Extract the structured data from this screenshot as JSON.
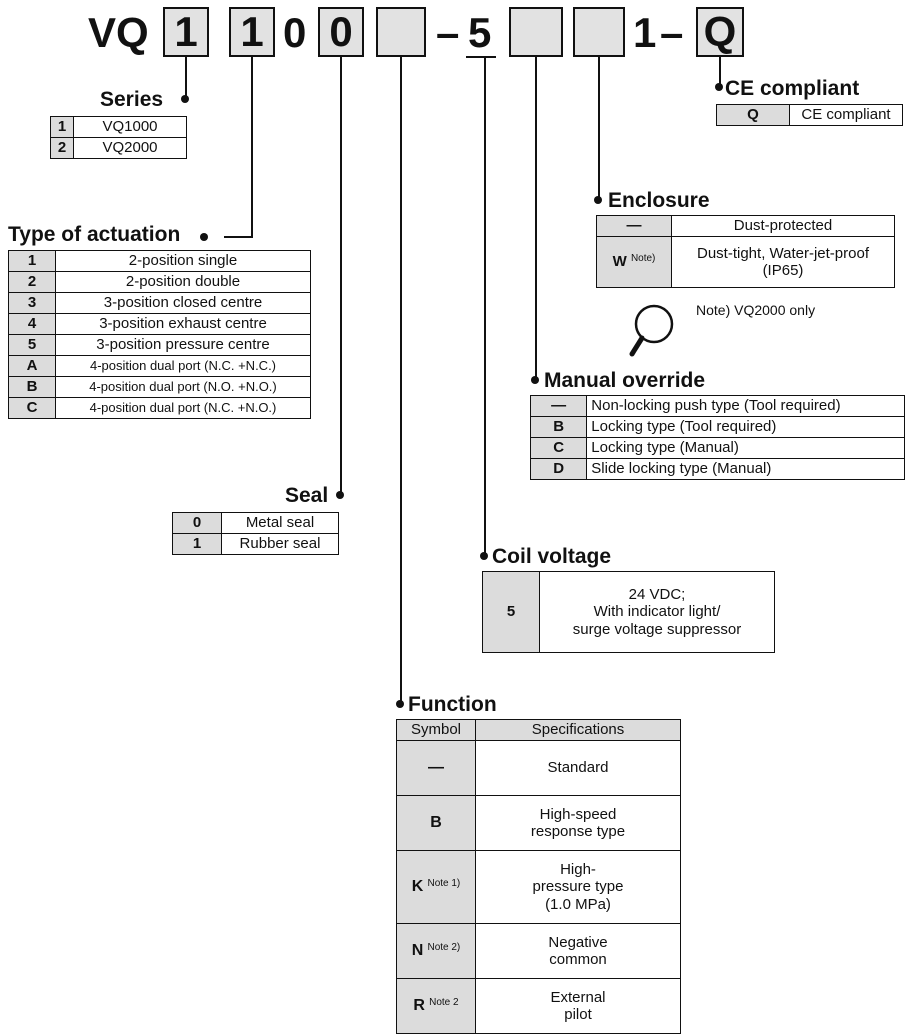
{
  "code": {
    "prefix": "VQ",
    "box1": "1",
    "box2": "1",
    "mid": "0",
    "box3": "0",
    "box4": "",
    "dash1": "–",
    "five": "5",
    "box5": "",
    "box6": "",
    "one": "1",
    "dash2": "–",
    "box7": "Q"
  },
  "ce": {
    "title": "CE compliant",
    "rows": [
      {
        "code": "Q",
        "desc": "CE compliant"
      }
    ]
  },
  "series": {
    "title": "Series",
    "rows": [
      {
        "code": "1",
        "desc": "VQ1000"
      },
      {
        "code": "2",
        "desc": "VQ2000"
      }
    ]
  },
  "actuation": {
    "title": "Type of actuation",
    "rows": [
      {
        "code": "1",
        "desc": "2-position single"
      },
      {
        "code": "2",
        "desc": "2-position double"
      },
      {
        "code": "3",
        "desc": "3-position closed centre"
      },
      {
        "code": "4",
        "desc": "3-position exhaust centre"
      },
      {
        "code": "5",
        "desc": "3-position pressure centre"
      },
      {
        "code": "A",
        "desc": "4-position dual port (N.C. +N.C.)"
      },
      {
        "code": "B",
        "desc": "4-position dual port (N.O. +N.O.)"
      },
      {
        "code": "C",
        "desc": "4-position dual port (N.C. +N.O.)"
      }
    ]
  },
  "enclosure": {
    "title": "Enclosure",
    "rows": [
      {
        "code": "—",
        "note": "",
        "desc": "Dust-protected"
      },
      {
        "code": "W",
        "note": "Note)",
        "desc": "Dust-tight, Water-jet-proof (IP65)"
      }
    ],
    "footnote": "Note) VQ2000 only"
  },
  "manual": {
    "title": "Manual override",
    "rows": [
      {
        "code": "—",
        "desc": "Non-locking push type (Tool required)"
      },
      {
        "code": "B",
        "desc": "Locking type (Tool required)"
      },
      {
        "code": "C",
        "desc": "Locking type (Manual)"
      },
      {
        "code": "D",
        "desc": "Slide locking type (Manual)"
      }
    ]
  },
  "seal": {
    "title": "Seal",
    "rows": [
      {
        "code": "0",
        "desc": "Metal seal"
      },
      {
        "code": "1",
        "desc": "Rubber seal"
      }
    ]
  },
  "coil": {
    "title": "Coil voltage",
    "code": "5",
    "line1": "24 VDC;",
    "line2": "With indicator light/",
    "line3": "surge voltage suppressor"
  },
  "function": {
    "title": "Function",
    "head_symbol": "Symbol",
    "head_spec": "Specifications",
    "rows": [
      {
        "code": "—",
        "note": "",
        "line1": "Standard",
        "line2": "",
        "line3": ""
      },
      {
        "code": "B",
        "note": "",
        "line1": "High-speed",
        "line2": "response type",
        "line3": ""
      },
      {
        "code": "K",
        "note": "Note 1)",
        "line1": "High-",
        "line2": "pressure type",
        "line3": "(1.0 MPa)"
      },
      {
        "code": "N",
        "note": "Note 2)",
        "line1": "Negative",
        "line2": "common",
        "line3": ""
      },
      {
        "code": "R",
        "note": "Note 2",
        "line1": "External",
        "line2": "pilot",
        "line3": ""
      }
    ]
  }
}
